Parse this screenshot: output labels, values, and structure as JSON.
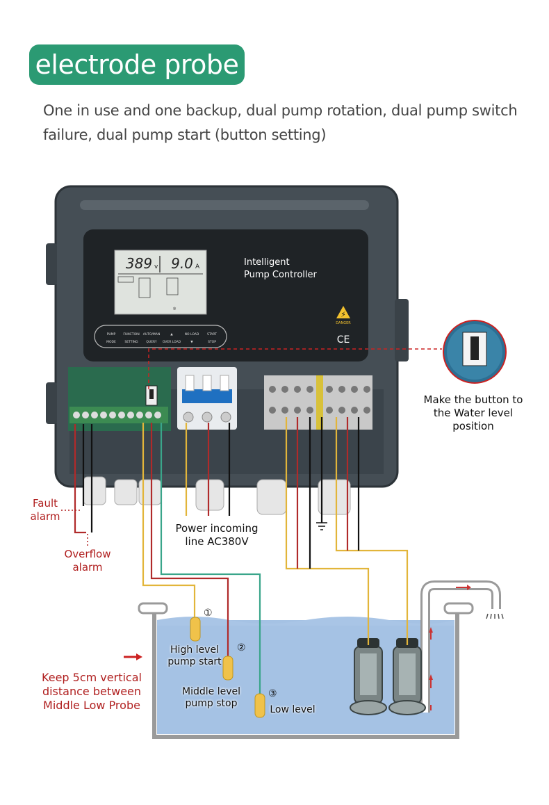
{
  "header": {
    "title": "electrode probe",
    "subtitle": "One in use and one backup, dual pump rotation, dual pump switch failure, dual pump start (button setting)"
  },
  "controller": {
    "display_voltage": "389",
    "display_voltage_unit": "v",
    "display_current": "9.0",
    "display_current_unit": "A",
    "name_line1": "Intelligent",
    "name_line2": "Pump Controller",
    "danger_label": "DANGER",
    "ce_mark": "CE",
    "buttons": [
      {
        "top": "PUMP",
        "bottom": "MODE"
      },
      {
        "top": "FUNCTION",
        "bottom": "SETTING"
      },
      {
        "top": "AUTO/MAN",
        "bottom": "QUERY"
      },
      {
        "top": "▲",
        "bottom": "OVER LOAD"
      },
      {
        "top": "NO LOAD",
        "bottom": "▼"
      },
      {
        "top": "START",
        "bottom": "STOP"
      }
    ]
  },
  "callouts": {
    "button_note": "Make the button to the Water level position",
    "power_line": "Power incoming line AC380V",
    "fault_alarm": "Fault alarm",
    "overflow_alarm": "Overflow alarm",
    "spacing_note": "Keep 5cm vertical distance between Middle Low Probe"
  },
  "probes": [
    {
      "number": "①",
      "label": "High level pump start"
    },
    {
      "number": "②",
      "label": "Middle level pump stop"
    },
    {
      "number": "③",
      "label": "Low level"
    }
  ],
  "colors": {
    "accent": "#2b9a73",
    "alarm_red": "#b01f1f",
    "wire_yellow": "#e2b53a",
    "wire_red": "#b02a2a",
    "wire_green": "#3aa58a",
    "water": "#8fb3dd"
  }
}
